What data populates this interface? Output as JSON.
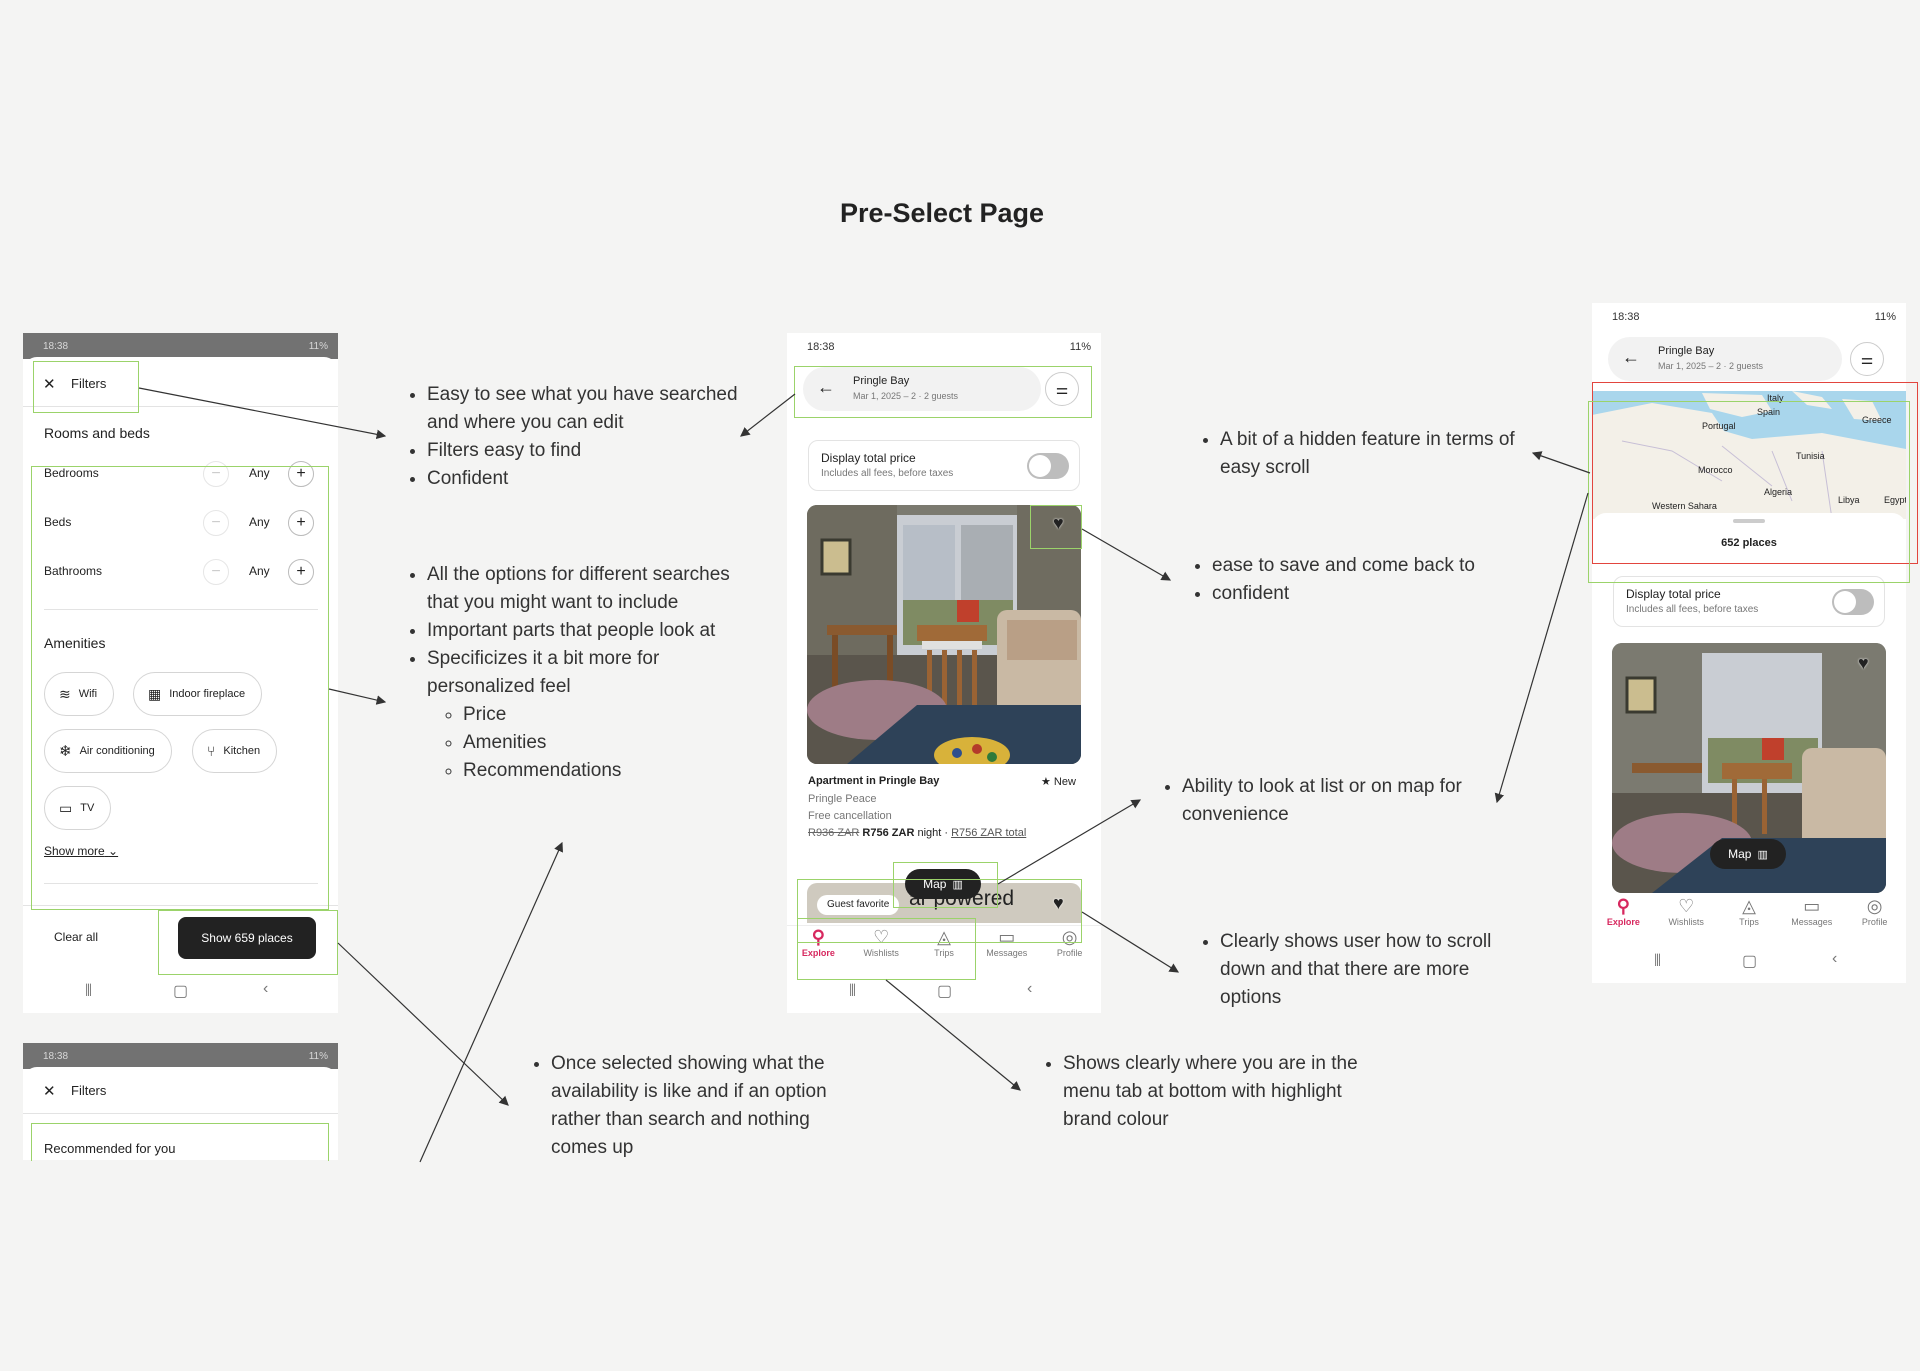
{
  "page_title": "Pre-Select Page",
  "status": {
    "time": "18:38",
    "battery": "11%"
  },
  "filters_phone": {
    "close_glyph": "✕",
    "title": "Filters",
    "section_rooms": "Rooms and beds",
    "rows": [
      {
        "label": "Bedrooms",
        "value": "Any"
      },
      {
        "label": "Beds",
        "value": "Any"
      },
      {
        "label": "Bathrooms",
        "value": "Any"
      }
    ],
    "section_amenities": "Amenities",
    "amenities": [
      "Wifi",
      "Indoor fireplace",
      "Air conditioning",
      "Kitchen",
      "TV"
    ],
    "show_more": "Show more",
    "clear_all": "Clear all",
    "show_button": "Show 659 places"
  },
  "filters_phone_2": {
    "title": "Filters",
    "section": "Recommended for you"
  },
  "listing_phone": {
    "location": "Pringle Bay",
    "dates": "Mar 1, 2025 – 2 · 2 guests",
    "toggle_title": "Display total price",
    "toggle_sub": "Includes all fees, before taxes",
    "listing_title": "Apartment in Pringle Bay",
    "badge": "★ New",
    "host_line": "Pringle Peace",
    "cancellation": "Free cancellation",
    "old_price": "R936 ZAR",
    "new_price": "R756 ZAR",
    "price_unit": " night · ",
    "total_price": "R756 ZAR total",
    "guest_favorite": "Guest favorite",
    "peek_text": "ar powered",
    "map_label": "Map"
  },
  "map_phone": {
    "location": "Pringle Bay",
    "dates": "Mar 1, 2025 – 2 · 2 guests",
    "map_labels": [
      "Italy",
      "Spain",
      "Portugal",
      "Greece",
      "Tunisia",
      "Morocco",
      "Algeria",
      "Libya",
      "Egypt",
      "Western Sahara"
    ],
    "places": "652 places",
    "toggle_title": "Display total price",
    "toggle_sub": "Includes all fees, before taxes",
    "map_label": "Map"
  },
  "tabs": [
    "Explore",
    "Wishlists",
    "Trips",
    "Messages",
    "Profile"
  ],
  "notes": {
    "n1": [
      "Easy to see what you have searched and where you can edit",
      "Filters easy to find",
      "Confident"
    ],
    "n2": [
      "All the options for different searches that you might want to include",
      "Important parts that people look at",
      "Specificizes it a bit more for personalized feel"
    ],
    "n2_sub": [
      "Price",
      "Amenities",
      "Recommendations"
    ],
    "n3": [
      "Once selected showing what the availability is like and if an option rather than search and nothing comes up"
    ],
    "n4": [
      "ease to save and come back to",
      "confident"
    ],
    "n5": [
      "Ability to look at list or on map for convenience"
    ],
    "n6": [
      "Clearly shows user how to scroll down and that there are more options"
    ],
    "n7": [
      "Shows clearly where you are in the menu tab at bottom with highlight brand colour"
    ],
    "n8": [
      "A bit of a hidden feature in terms of easy scroll"
    ]
  },
  "colors": {
    "brand": "#d7285f",
    "highlight_box": "#9bd36a",
    "focus_box": "#e2453e",
    "map_sea": "#a9d6ec",
    "map_land": "#f3f0e8"
  }
}
